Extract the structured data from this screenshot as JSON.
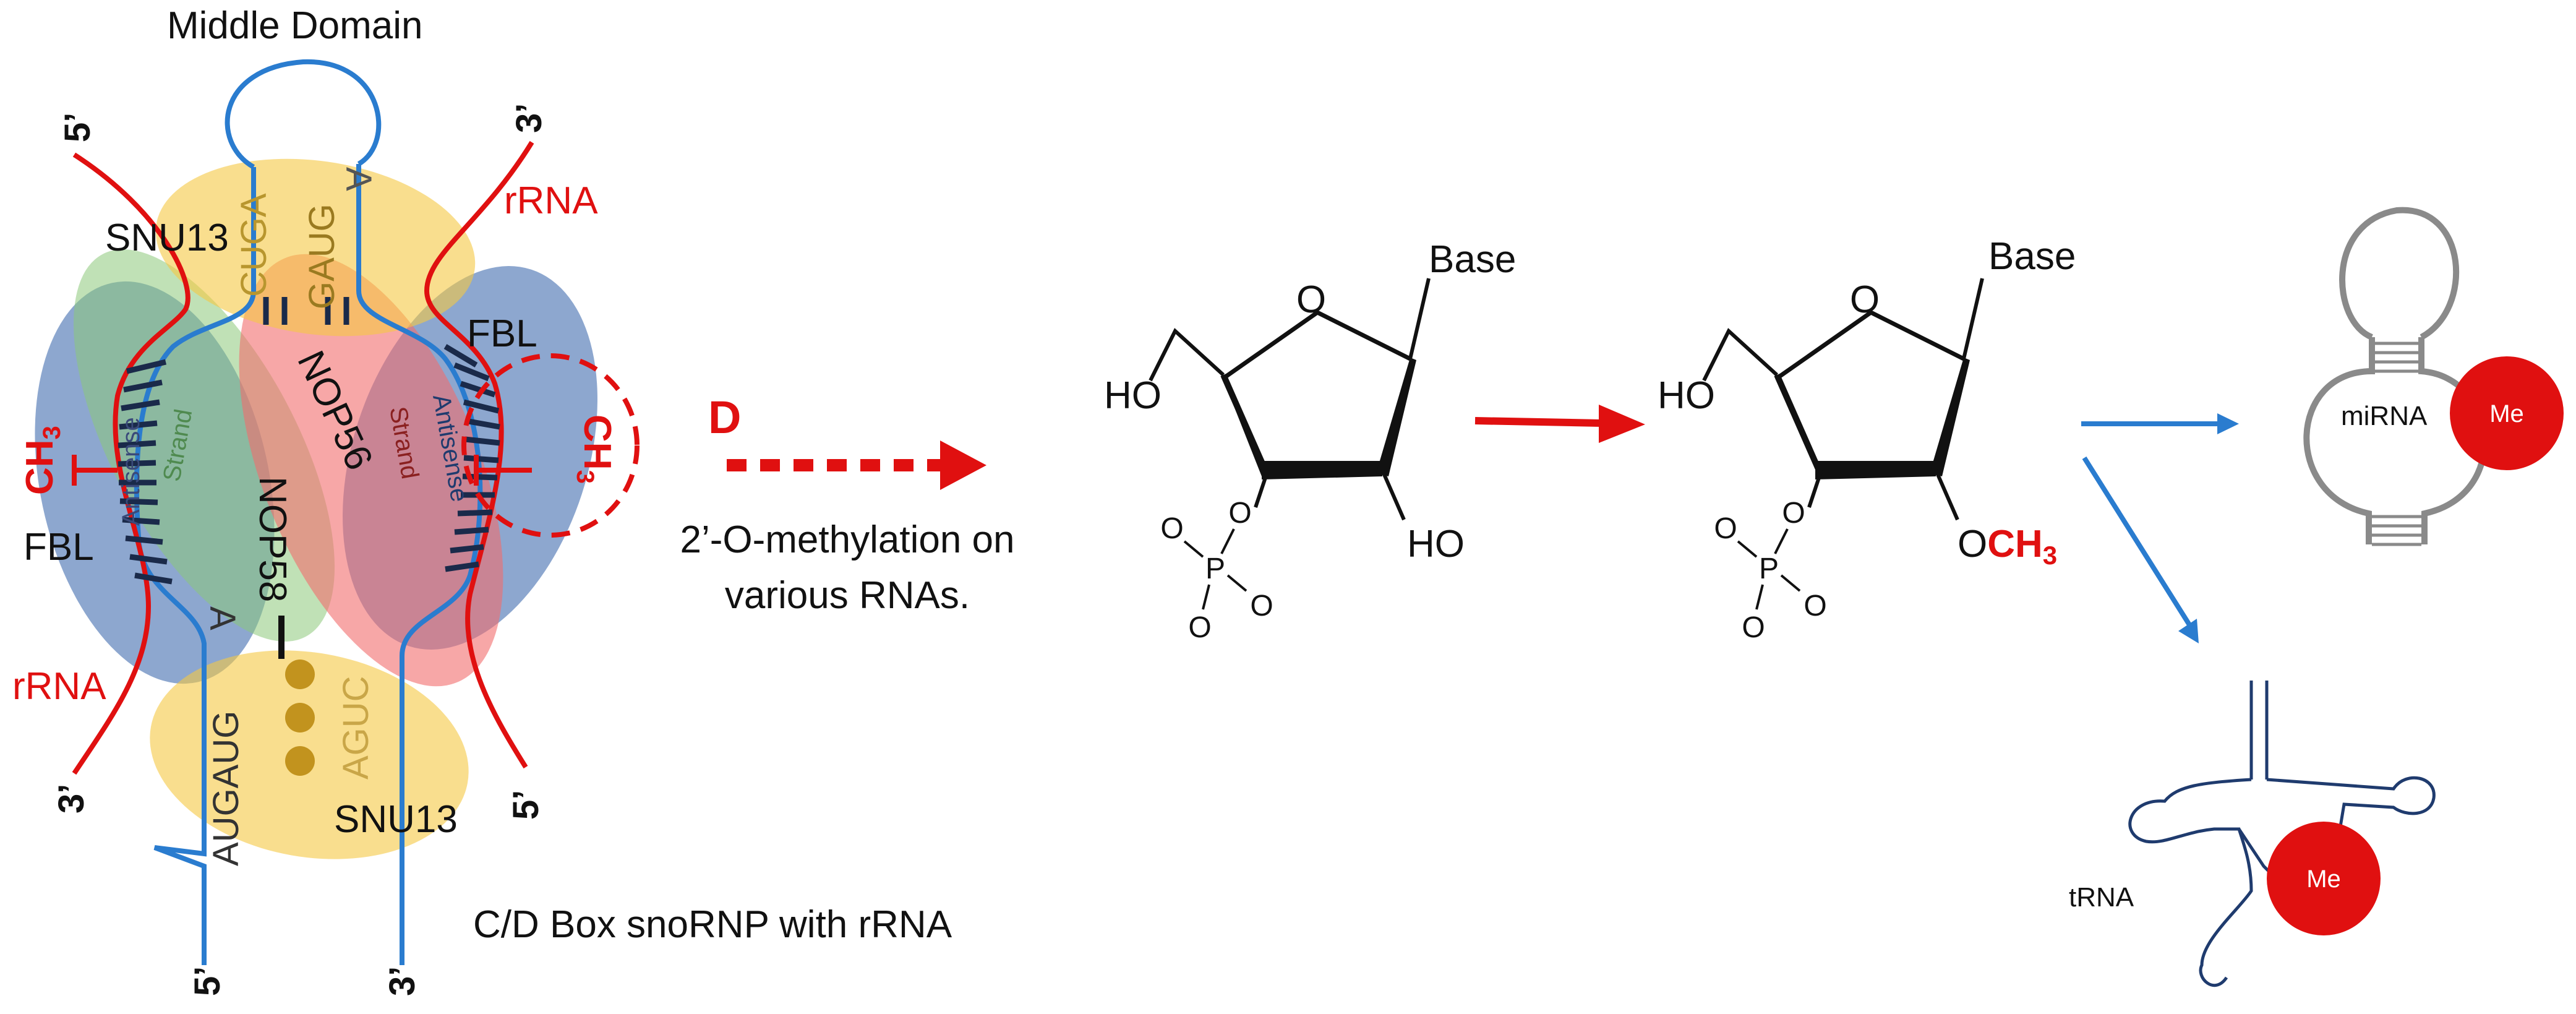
{
  "labels": {
    "middle_domain": "Middle Domain",
    "five_prime": "5’",
    "three_prime": "3’",
    "rrna": "rRNA",
    "snu13": "SNU13",
    "fbl": "FBL",
    "nop56": "NOP56",
    "nop58": "NOP58",
    "antisense_strand_line1": "Antisense",
    "antisense_strand_line2": "Strand",
    "ch3": "CH",
    "ch3_sub": "3",
    "snornp_caption": "C/D Box snoRNP with rRNA",
    "seq_top_left": "CUGA",
    "seq_top_right": "GAUG",
    "seq_top_a": "A",
    "seq_bottom_left": "AUGAUG",
    "seq_bottom_right": "AGUC",
    "seq_bottom_a": "A"
  },
  "process": {
    "d_label": "D",
    "description_line1": "2’-O-methylation on",
    "description_line2": "various RNAs."
  },
  "chemistry": {
    "ring_o": "O",
    "base": "Base",
    "ho_left": "HO",
    "ho_bottom": "HO",
    "och3_o": "O",
    "och3_ch": "CH",
    "och3_sub": "3",
    "phosphate_o": "O",
    "phosphate_p": "P"
  },
  "targets": {
    "mirna": "miRNA",
    "trna": "tRNA",
    "me": "Me"
  },
  "colors": {
    "blue_strand": "#2a7ccf",
    "red_strand": "#e01010",
    "hatch": "#1a2a4a",
    "fbl_blue": "#2f5fa8",
    "snu13_yellow": "#f5c842",
    "nop56_red": "#f26d6d",
    "nop58_green": "#8cc97a",
    "me_red": "#e01010",
    "mirna_grey": "#8a8a8a",
    "trna_navy": "#1f3b6e"
  }
}
